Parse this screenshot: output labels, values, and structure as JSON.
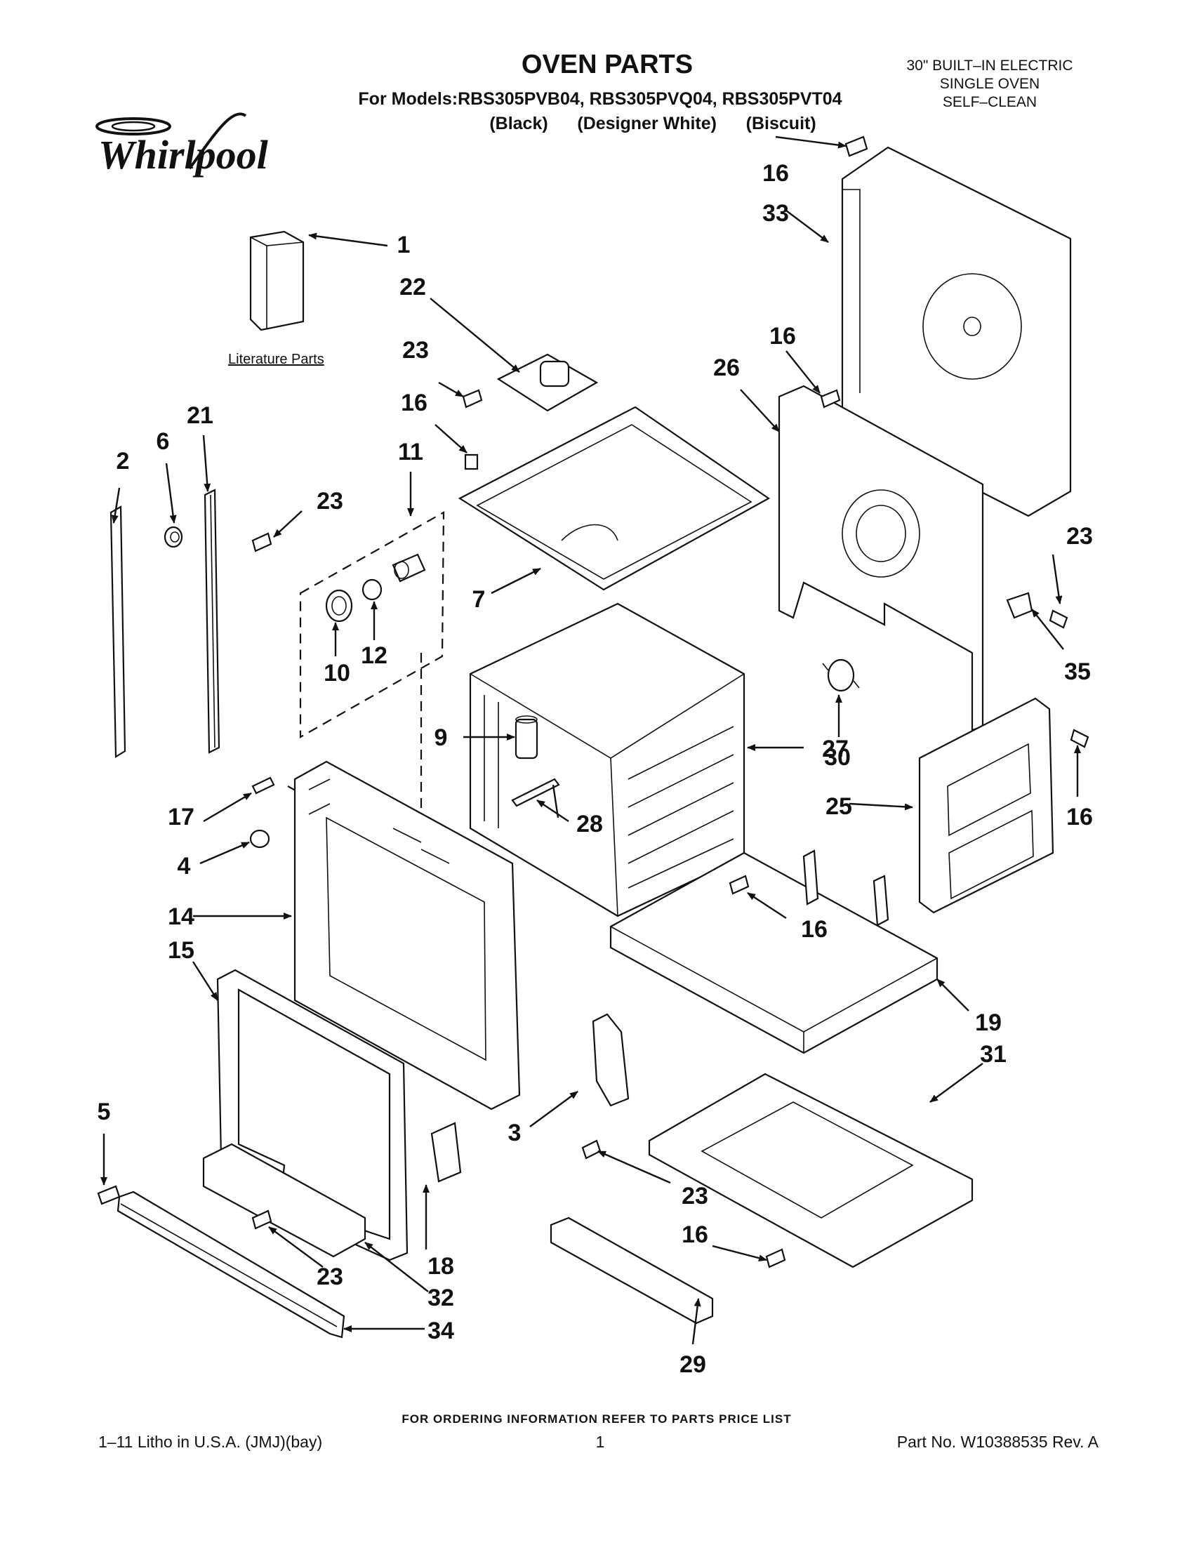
{
  "header": {
    "title": "OVEN PARTS",
    "models_line": "For Models:RBS305PVB04, RBS305PVQ04, RBS305PVT04",
    "colors_line": "(Black)      (Designer White)      (Biscuit)",
    "appliance_type": [
      "30\" BUILT–IN ELECTRIC",
      "SINGLE OVEN",
      "SELF–CLEAN"
    ],
    "brand": "Whirlpool"
  },
  "diagram": {
    "literature_label": "Literature Parts",
    "callouts": [
      {
        "id": "c1",
        "label": "1"
      },
      {
        "id": "c2",
        "label": "2"
      },
      {
        "id": "c3",
        "label": "3"
      },
      {
        "id": "c4",
        "label": "4"
      },
      {
        "id": "c5",
        "label": "5"
      },
      {
        "id": "c6",
        "label": "6"
      },
      {
        "id": "c7",
        "label": "7"
      },
      {
        "id": "c9",
        "label": "9"
      },
      {
        "id": "c10",
        "label": "10"
      },
      {
        "id": "c11",
        "label": "11"
      },
      {
        "id": "c12",
        "label": "12"
      },
      {
        "id": "c14",
        "label": "14"
      },
      {
        "id": "c15",
        "label": "15"
      },
      {
        "id": "c16a",
        "label": "16"
      },
      {
        "id": "c16b",
        "label": "16"
      },
      {
        "id": "c16c",
        "label": "16"
      },
      {
        "id": "c16d",
        "label": "16"
      },
      {
        "id": "c16e",
        "label": "16"
      },
      {
        "id": "c16f",
        "label": "16"
      },
      {
        "id": "c17",
        "label": "17"
      },
      {
        "id": "c18",
        "label": "18"
      },
      {
        "id": "c19",
        "label": "19"
      },
      {
        "id": "c21",
        "label": "21"
      },
      {
        "id": "c22",
        "label": "22"
      },
      {
        "id": "c23a",
        "label": "23"
      },
      {
        "id": "c23b",
        "label": "23"
      },
      {
        "id": "c23c",
        "label": "23"
      },
      {
        "id": "c23d",
        "label": "23"
      },
      {
        "id": "c23e",
        "label": "23"
      },
      {
        "id": "c25",
        "label": "25"
      },
      {
        "id": "c26",
        "label": "26"
      },
      {
        "id": "c27",
        "label": "27"
      },
      {
        "id": "c28",
        "label": "28"
      },
      {
        "id": "c29",
        "label": "29"
      },
      {
        "id": "c30",
        "label": "30"
      },
      {
        "id": "c31",
        "label": "31"
      },
      {
        "id": "c32",
        "label": "32"
      },
      {
        "id": "c33",
        "label": "33"
      },
      {
        "id": "c34",
        "label": "34"
      },
      {
        "id": "c35",
        "label": "35"
      }
    ]
  },
  "footer": {
    "notice": "FOR ORDERING INFORMATION REFER TO PARTS PRICE LIST",
    "litho": "1–11 Litho in U.S.A. (JMJ)(bay)",
    "page": "1",
    "part_no": "Part No. W10388535 Rev. A"
  }
}
